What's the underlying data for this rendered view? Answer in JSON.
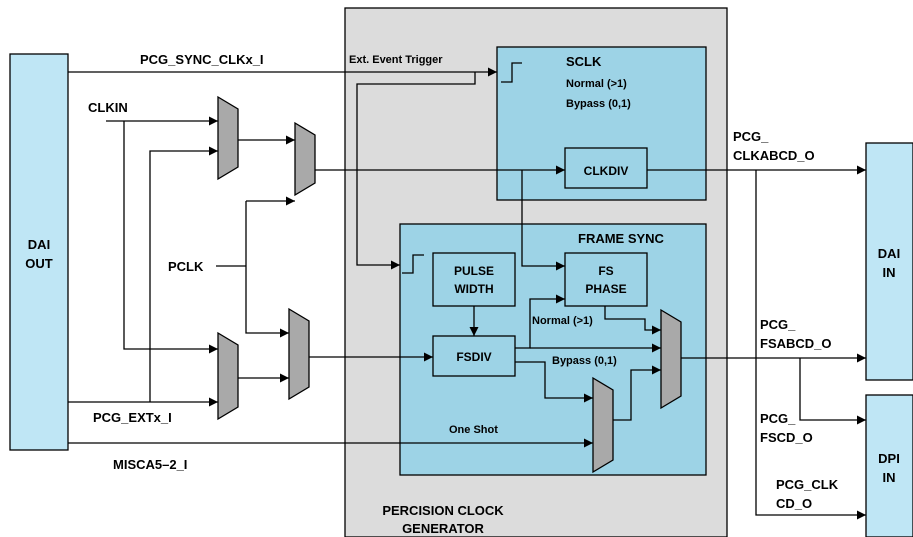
{
  "colors": {
    "port_fill": "#bfe6f5",
    "pcg_fill": "#dcdcdc",
    "block_fill": "#9dd3e6",
    "mux_fill": "#a9a9a9",
    "wire": "#000000"
  },
  "ports": {
    "dai_out": [
      "DAI",
      "OUT"
    ],
    "dai_in": [
      "DAI",
      "IN"
    ],
    "dpi_in": [
      "DPI",
      "IN"
    ]
  },
  "pcg": {
    "title_lines": [
      "PERCISION CLOCK",
      "GENERATOR"
    ],
    "ext_event": "Ext. Event Trigger"
  },
  "sclk": {
    "title": "SCLK",
    "normal": "Normal (>1)",
    "bypass": "Bypass (0,1)",
    "clkdiv": "CLKDIV"
  },
  "frame_sync": {
    "title": "FRAME SYNC",
    "pulse_width": [
      "PULSE",
      "WIDTH"
    ],
    "fs_phase": [
      "FS",
      "PHASE"
    ],
    "fsdiv": "FSDIV",
    "normal": "Normal (>1)",
    "bypass": "Bypass (0,1)",
    "one_shot": "One Shot"
  },
  "signals": {
    "sync_clk": "PCG_SYNC_CLKx_I",
    "clkin": "CLKIN",
    "pclk": "PCLK",
    "ext": "PCG_EXTx_I",
    "misca": "MISCA5–2_I",
    "clkabcd": [
      "PCG_",
      "CLKABCD_O"
    ],
    "fsabcd": [
      "PCG_",
      "FSABCD_O"
    ],
    "fscd": [
      "PCG_",
      "FSCD_O"
    ],
    "clkcd": [
      "PCG_CLK",
      "CD_O"
    ]
  }
}
